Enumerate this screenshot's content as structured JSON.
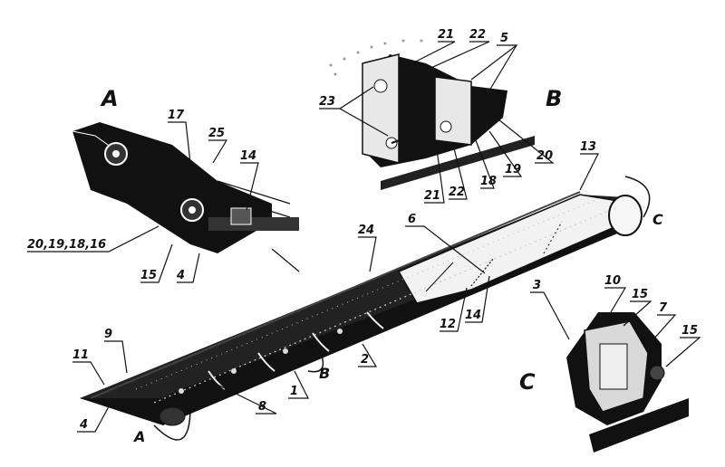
{
  "detail_labels": {
    "a": "A",
    "b": "B",
    "c": "C"
  },
  "callouts": {
    "n1": "1",
    "n2": "2",
    "n3": "3",
    "n4a": "4",
    "n4b": "4",
    "n5": "5",
    "n6": "6",
    "n7": "7",
    "n8": "8",
    "n9": "9",
    "n10": "10",
    "n11": "11",
    "n12": "12",
    "n13": "13",
    "n14a": "14",
    "n14b": "14",
    "n15a": "15",
    "n15b": "15",
    "n15c": "15",
    "n17": "17",
    "n18": "18",
    "n19": "19",
    "n20": "20",
    "n20group": "20,19,18,16",
    "n21a": "21",
    "n21b": "21",
    "n22a": "22",
    "n22b": "22",
    "n23": "23",
    "n24": "24",
    "n25": "25"
  },
  "section_marks": {
    "a": "A",
    "b": "B",
    "c": "C"
  }
}
